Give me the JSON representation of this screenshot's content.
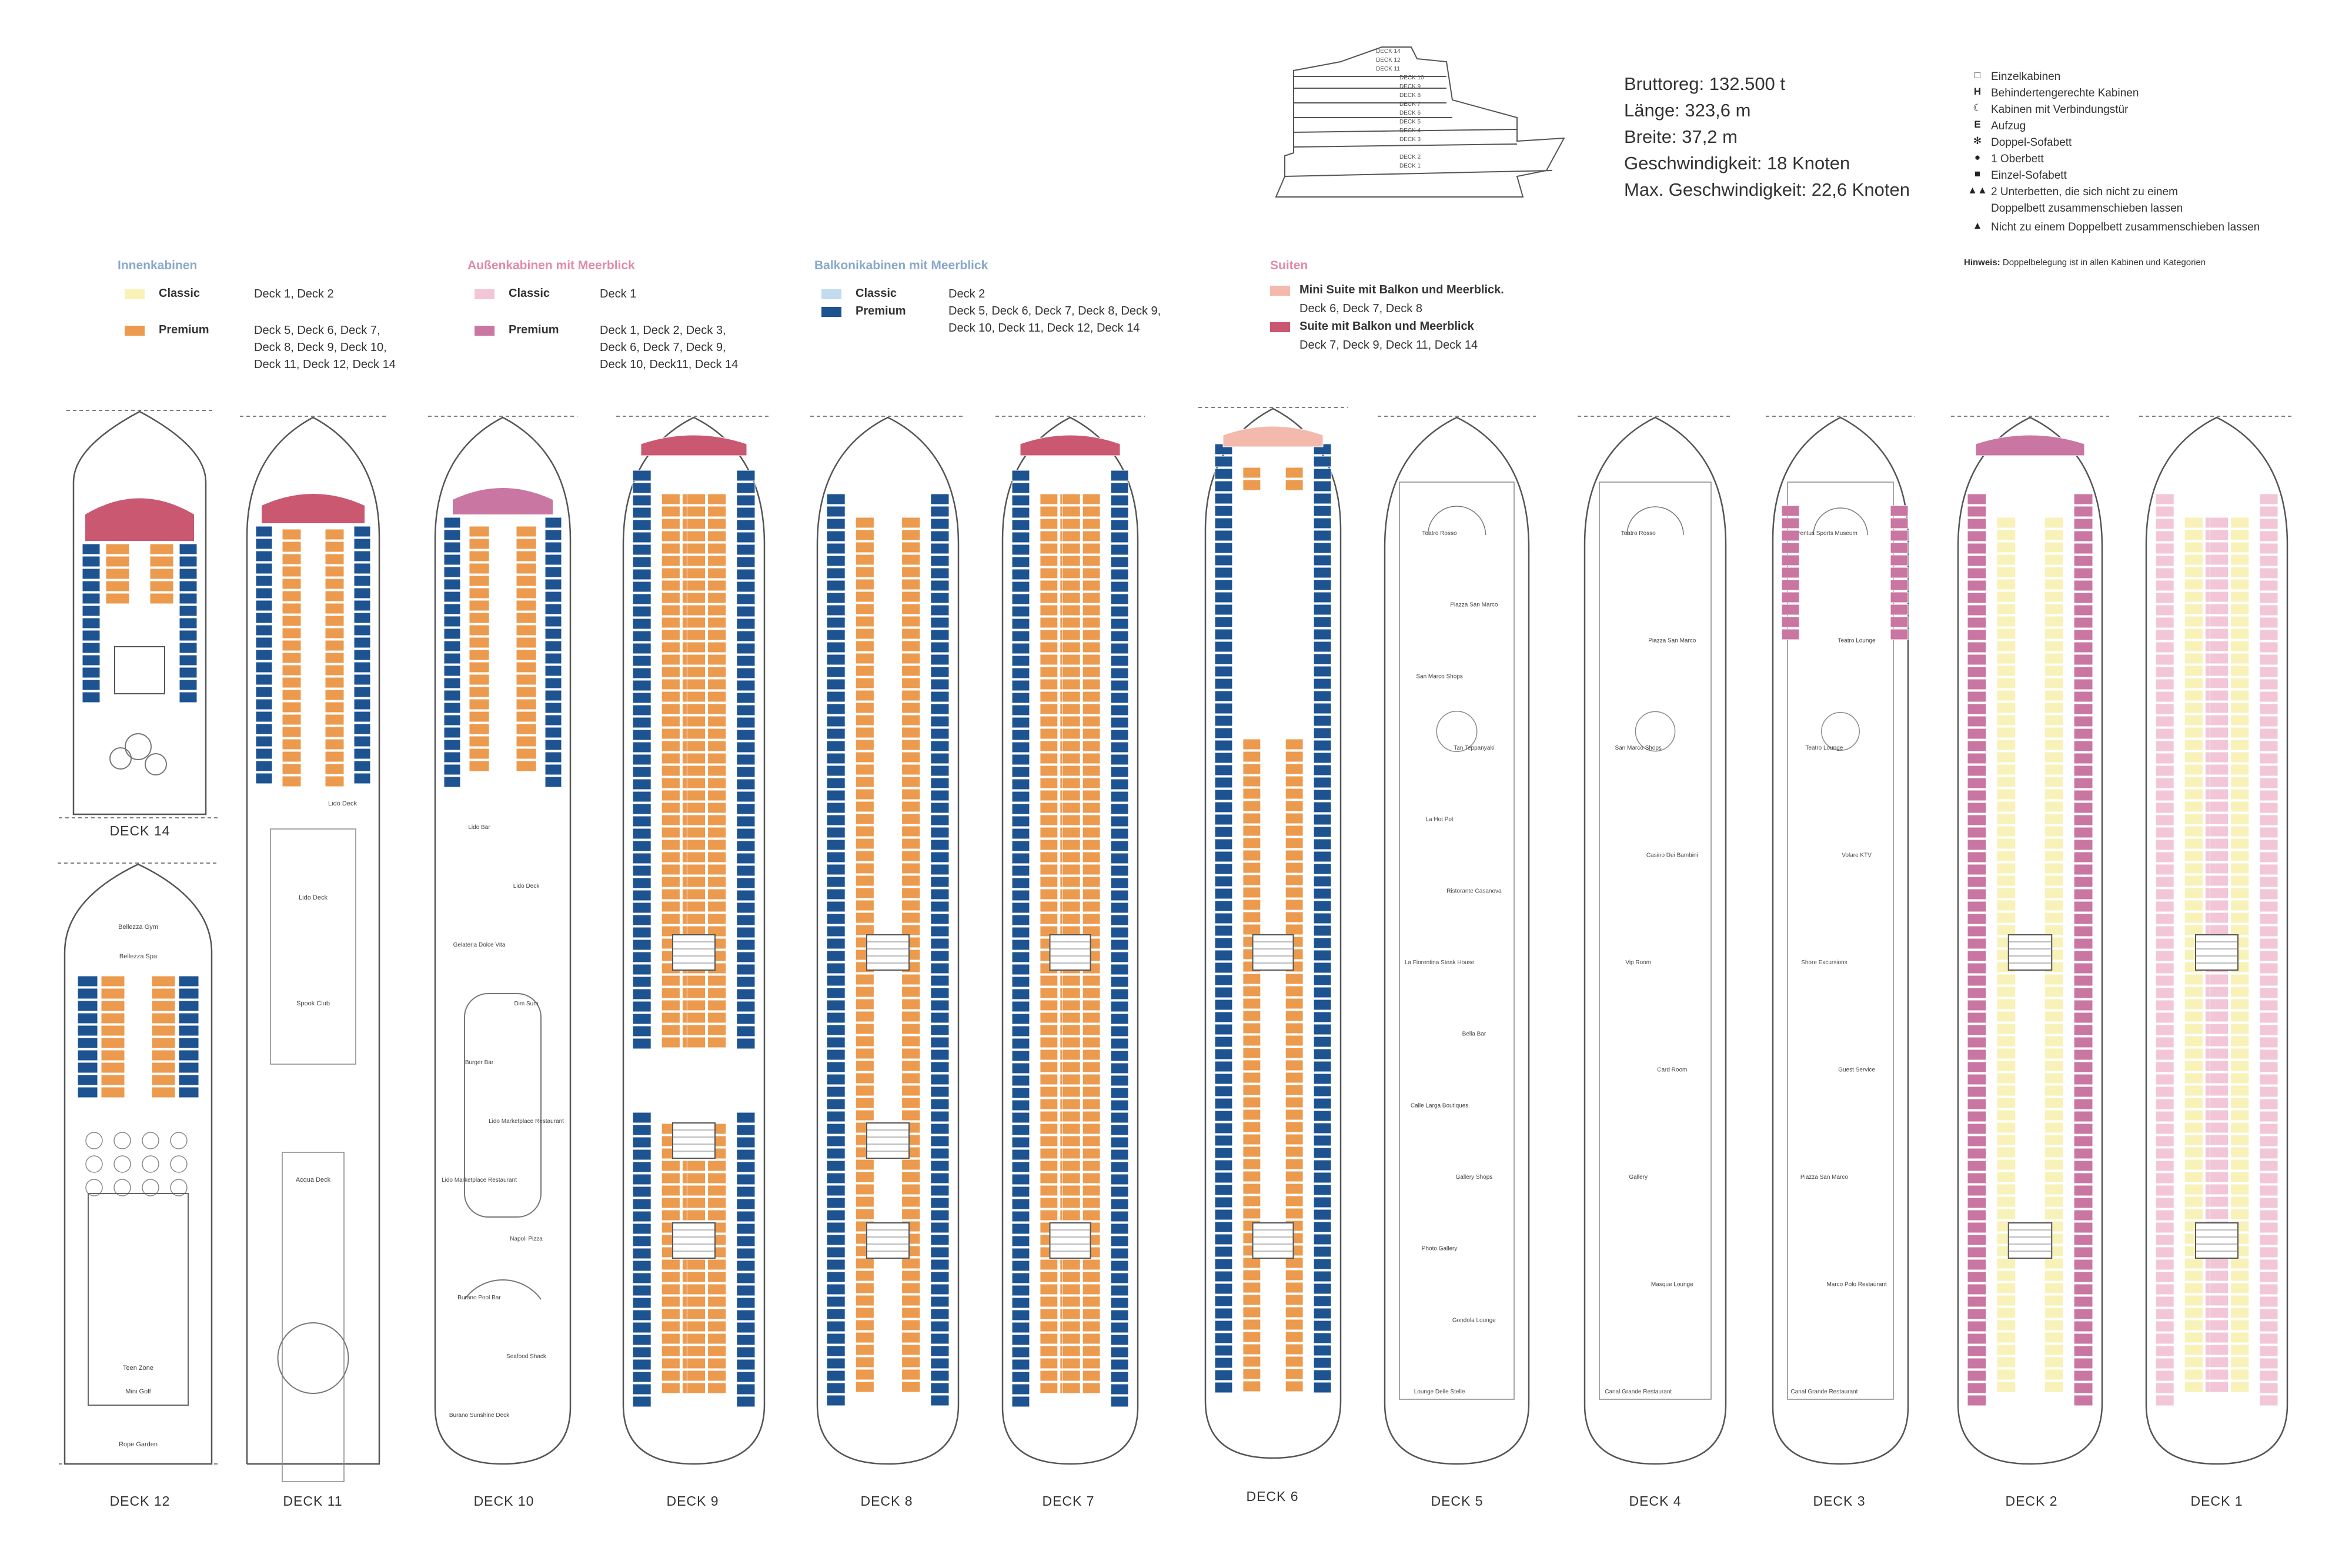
{
  "ship_stats": [
    "Bruttoreg: 132.500 t",
    "Länge: 323,6 m",
    "Breite: 37,2 m",
    "Geschwindigkeit: 18 Knoten",
    "Max. Geschwindigkeit: 22,6 Knoten"
  ],
  "profile_decks": [
    "DECK 14",
    "DECK 12",
    "DECK 11",
    "DECK 10",
    "DECK 9",
    "DECK 8",
    "DECK 7",
    "DECK 6",
    "DECK 5",
    "DECK 4",
    "DECK 3",
    "DECK 2",
    "DECK 1"
  ],
  "symbols": [
    {
      "sym": "□",
      "text": "Einzelkabinen"
    },
    {
      "sym": "H",
      "text": "Behindertengerechte Kabinen"
    },
    {
      "sym": "☾",
      "text": "Kabinen mit Verbindungstür"
    },
    {
      "sym": "E",
      "text": "Aufzug"
    },
    {
      "sym": "✻",
      "text": "Doppel-Sofabett"
    },
    {
      "sym": "●",
      "text": "1 Oberbett"
    },
    {
      "sym": "■",
      "text": "Einzel-Sofabett"
    },
    {
      "sym": "▲▲",
      "text": "2 Unterbetten, die sich nicht zu einem"
    },
    {
      "sym": "",
      "text": "Doppelbett zusammenschieben lassen"
    },
    {
      "sym": "▲",
      "text": "Nicht zu einem Doppelbett zusammenschieben lassen"
    }
  ],
  "hint": {
    "label": "Hinweis:",
    "text": "Doppelbelegung ist in allen Kabinen und Kategorien"
  },
  "categories": {
    "inner": {
      "title": "Innenkabinen",
      "rows": [
        {
          "label": "Classic",
          "color": "#f8f2b8",
          "decks": [
            "Deck 1, Deck 2"
          ]
        },
        {
          "label": "Premium",
          "color": "#eb9a4e",
          "decks": [
            "Deck 5, Deck 6, Deck 7,",
            "Deck 8, Deck 9, Deck 10,",
            "Deck 11, Deck 12, Deck 14"
          ]
        }
      ]
    },
    "outer": {
      "title": "Außenkabinen mit Meerblick",
      "rows": [
        {
          "label": "Classic",
          "color": "#f2c6d7",
          "decks": [
            "Deck 1"
          ]
        },
        {
          "label": "Premium",
          "color": "#c976a2",
          "decks": [
            "Deck 1, Deck 2, Deck 3,",
            "Deck 6, Deck 7, Deck 9,",
            "Deck 10, Deck11, Deck 14"
          ]
        }
      ]
    },
    "balcony": {
      "title": "Balkonikabinen mit Meerblick",
      "rows": [
        {
          "label": "Classic",
          "color": "#c3dbef",
          "decks": [
            "Deck 2"
          ]
        },
        {
          "label": "Premium",
          "color": "#1d5390",
          "decks": [
            "Deck 5, Deck 6, Deck 7, Deck 8, Deck 9,",
            "Deck 10, Deck 11, Deck 12, Deck 14"
          ]
        }
      ]
    },
    "suites": {
      "title": "Suiten",
      "rows": [
        {
          "label": "Mini Suite mit Balkon und Meerblick.",
          "color": "#f3b9ac",
          "decks": [
            "Deck 6, Deck 7, Deck 8"
          ]
        },
        {
          "label": "Suite mit Balkon und Meerblick",
          "color": "#c95870",
          "decks": [
            "Deck 7, Deck 9, Deck 11, Deck 14"
          ]
        }
      ]
    }
  },
  "deck_labels": [
    "DECK 12",
    "DECK 11",
    "DECK 10",
    "DECK 9",
    "DECK 8",
    "DECK 7",
    "DECK 6",
    "DECK 5",
    "DECK 4",
    "DECK 3",
    "DECK 2",
    "DECK 1"
  ],
  "deck14_label": "DECK 14",
  "colors": {
    "balcony_premium": "#1d5390",
    "inner_premium": "#eb9a4e",
    "inner_classic": "#f8f2b8",
    "outer_classic": "#f2c6d7",
    "outer_premium": "#c976a2",
    "balcony_classic": "#c3dbef",
    "suite": "#c95870",
    "mini_suite": "#f3b9ac",
    "title_color": "#8aa8c8"
  },
  "venues": {
    "deck12": [
      "Bellezza Gym",
      "Bellezza Spa",
      "Teen Zone",
      "Mini Golf",
      "Rope Garden"
    ],
    "deck11": [
      "Lido Deck",
      "Lido Deck",
      "Spook Club",
      "Acqua Deck"
    ],
    "deck10": [
      "Lido Bar",
      "Lido Deck",
      "Gelateria Dolce Vita",
      "Dim Sum",
      "Burger Bar",
      "Lido Marketplace Restaurant",
      "Lido Marketplace Restaurant",
      "Napoli Pizza",
      "Burano Pool Bar",
      "Seafood Shack",
      "Burano Sunshine Deck"
    ],
    "deck5": [
      "Teatro Rosso",
      "Piazza San Marco",
      "San Marco Shops",
      "Tan Teppanyaki",
      "La Hot Pot",
      "Ristorante Casanova",
      "La Fiorentina Steak House",
      "Bella Bar",
      "Calle Larga Boutiques",
      "Gallery Shops",
      "Photo Gallery",
      "Gondola Lounge",
      "Lounge Delle Stelle"
    ],
    "deck4": [
      "Teatro Rosso",
      "Piazza San Marco",
      "San Marco Shops",
      "Casino Dei Bambini",
      "Vip Room",
      "Card Room",
      "Gallery",
      "Masque Lounge",
      "Canal Grande Restaurant"
    ],
    "deck3": [
      "Juventus Sports Museum",
      "Teatro Lounge",
      "Teatro Lounge",
      "Volare KTV",
      "Shore Excursions",
      "Guest Service",
      "Piazza San Marco",
      "Marco Polo Restaurant",
      "Canal Grande Restaurant"
    ]
  }
}
